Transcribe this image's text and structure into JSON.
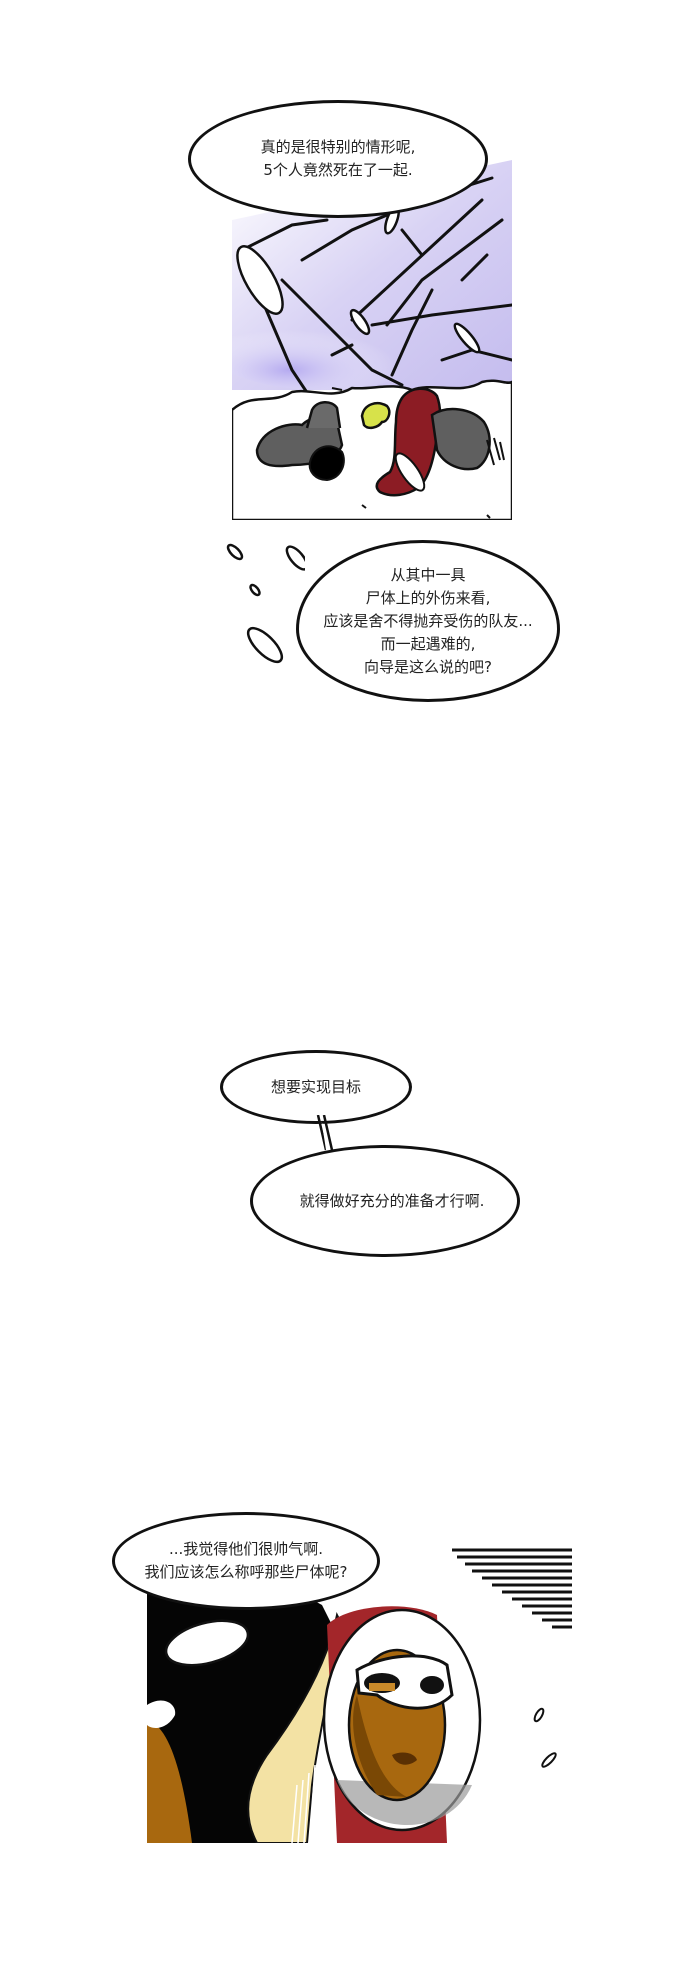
{
  "page": {
    "type": "vertical webtoon comic strip",
    "background": "#ffffff"
  },
  "panels": [
    {
      "id": "panel-1",
      "scene": "snowy mountain slope with climbers lying in the snow",
      "colors": {
        "sky_shade": "#c9c2ef",
        "jacket_red": "#8c1c24",
        "backpack_gray": "#5f5f5f",
        "hair_yellow": "#d7e24a",
        "ink": "#111111"
      }
    },
    {
      "id": "panel-2",
      "scene": "close-up of two characters; one in dark hood, one in fur-lined parka with white goggles",
      "colors": {
        "hood_black": "#050505",
        "skin_pale": "#f3e2a4",
        "skin_brown": "#a8680f",
        "fur_gray": "#9a9a9a",
        "parka_red": "#a3262a",
        "ink": "#111111"
      }
    }
  ],
  "bubbles": [
    {
      "id": "bubble-1",
      "lines": [
        "真的是很特别的情形呢,",
        "5个人竟然死在了一起."
      ]
    },
    {
      "id": "bubble-2",
      "lines": [
        "从其中一具",
        "尸体上的外伤来看,",
        "应该是舍不得抛弃受伤的队友...",
        "而一起遇难的,",
        "向导是这么说的吧?"
      ]
    },
    {
      "id": "bubble-3",
      "lines": [
        "想要实现目标"
      ]
    },
    {
      "id": "bubble-4",
      "lines": [
        "就得做好充分的准备才行啊."
      ]
    },
    {
      "id": "bubble-5",
      "lines": [
        "...我觉得他们很帅气啊.",
        "我们应该怎么称呼那些尸体呢?"
      ]
    }
  ]
}
